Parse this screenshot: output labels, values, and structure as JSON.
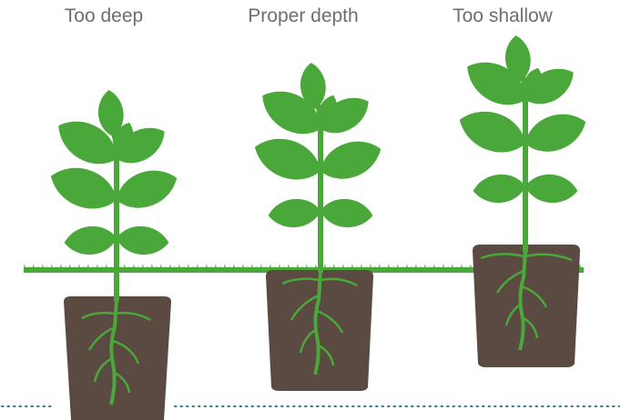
{
  "labels": {
    "too_deep": "Too deep",
    "proper_depth": "Proper depth",
    "too_shallow": "Too shallow"
  },
  "colors": {
    "leaf": "#4aa83b",
    "grass": "#4aa83b",
    "soil": "#5a4a41",
    "root": "#4aa83b",
    "dots": "#2f7d7a",
    "label": "#6e6e6e"
  }
}
